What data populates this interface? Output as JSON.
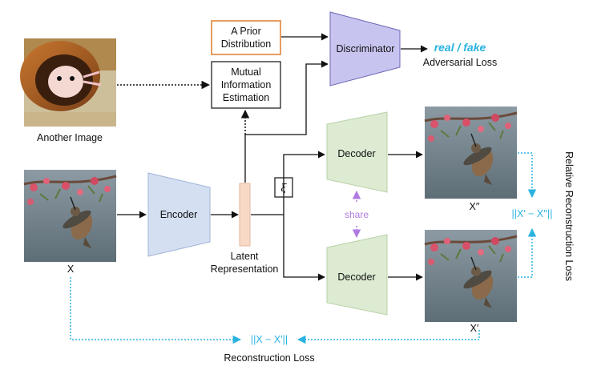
{
  "images": {
    "another_image_label": "Another Image",
    "input_label": "X",
    "output_top_label": "X′′",
    "output_bottom_label": "X′"
  },
  "blocks": {
    "prior": "A Prior Distribution",
    "mutual_info": "Mutual Information Estimation",
    "discriminator": "Discriminator",
    "encoder": "Encoder",
    "decoder_top": "Decoder",
    "decoder_bottom": "Decoder",
    "latent": "Latent Representation",
    "noise": "ξ"
  },
  "labels": {
    "real_fake": "real / fake",
    "adversarial_loss": "Adversarial Loss",
    "share": "share",
    "relative_formula": "||X′ − X′′||",
    "relative_loss": "Relative Reconstruction Loss",
    "recon_formula": "||X − X′||",
    "recon_loss": "Reconstruction Loss"
  },
  "colors": {
    "prior_border": "#e07b2a",
    "discriminator_fill": "#c8c4f0",
    "encoder_fill": "#d4dff2",
    "decoder_fill": "#dcebd2",
    "latent_fill": "#f8d9c8",
    "loss_accent": "#2bb3e0",
    "share_accent": "#b07be0"
  }
}
